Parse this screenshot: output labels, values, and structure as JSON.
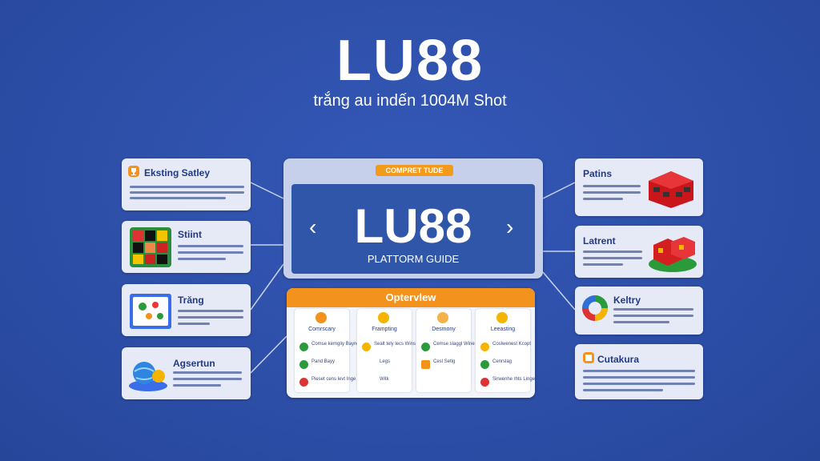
{
  "header": {
    "title": "LU88",
    "subtitle": "trắng au indến 1004M Shot"
  },
  "center": {
    "badge": "COMPRET TUDE",
    "title": "LU88",
    "subtitle": "PLATTORM GUIDE",
    "prev": "‹",
    "next": "›"
  },
  "left_cards": [
    {
      "title": "Eksting Satley",
      "icon": "trophy-icon"
    },
    {
      "title": "Stiint",
      "icon": "game-grid-icon"
    },
    {
      "title": "Trăng",
      "icon": "sports-board-icon"
    },
    {
      "title": "Agsertun",
      "icon": "globe-coins-icon"
    }
  ],
  "right_cards": [
    {
      "title": "Patins",
      "icon": "red-cube-icon"
    },
    {
      "title": "Latrent",
      "icon": "red-blocks-icon"
    },
    {
      "title": "Keltry",
      "icon": "color-wheel-icon"
    },
    {
      "title": "Cutakura",
      "icon": "badge-icon"
    }
  ],
  "overview": {
    "heading": "Optervlew",
    "columns": [
      {
        "label": "Comrscary",
        "rows": [
          "Comse kemgliy Bayng",
          "Pand Bayy",
          "Pieset cens levt Inge hand"
        ]
      },
      {
        "label": "Frampting",
        "rows": [
          "Sealt tely lecs Wins",
          "Legs",
          "Witk"
        ]
      },
      {
        "label": "Desmony",
        "rows": [
          "Cemse slaggl Wine",
          "Cesl Setlg",
          ""
        ]
      },
      {
        "label": "Leeasting",
        "rows": [
          "Coslwenest Kcopt",
          "Cenrslag",
          "Sirwenhe rhts Linge"
        ]
      }
    ]
  },
  "colors": {
    "background": "#2d4fa8",
    "accent": "#f3921d",
    "card": "#e6eaf7",
    "banner": "#2f56a8"
  }
}
